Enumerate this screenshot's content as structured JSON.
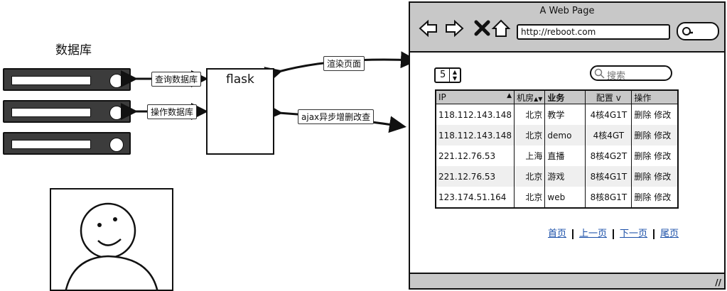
{
  "database": {
    "title": "数据库",
    "links": [
      "查询数据库",
      "操作数据库"
    ]
  },
  "flask": {
    "label": "flask",
    "render_label": "渲染页面",
    "ajax_label": "ajax异步增删改查"
  },
  "browser": {
    "title": "A Web Page",
    "url": "http://reboot.com",
    "page_size": "5",
    "search_placeholder": "搜索",
    "columns": [
      "IP",
      "机房",
      "业务",
      "配置 v",
      "操作"
    ],
    "rows": [
      {
        "ip": "118.112.143.148",
        "room": "北京",
        "biz": "教学",
        "config": "4核4G1T",
        "edit": "删除",
        "modify": "修改"
      },
      {
        "ip": "118.112.143.148",
        "room": "北京",
        "biz": "demo",
        "config": "4核4GT",
        "edit": "删除",
        "modify": "修改"
      },
      {
        "ip": "221.12.76.53",
        "room": "上海",
        "biz": "直播",
        "config": "8核4G2T",
        "edit": "删除",
        "modify": "修改"
      },
      {
        "ip": "221.12.76.53",
        "room": "北京",
        "biz": "游戏",
        "config": "8核4G1T",
        "edit": "删除",
        "modify": "修改"
      },
      {
        "ip": "123.174.51.164",
        "room": "北京",
        "biz": "web",
        "config": "8核8G1T",
        "edit": "删除",
        "modify": "修改"
      }
    ],
    "pager": [
      "首页",
      "上一页",
      "下一页",
      "尾页"
    ]
  }
}
